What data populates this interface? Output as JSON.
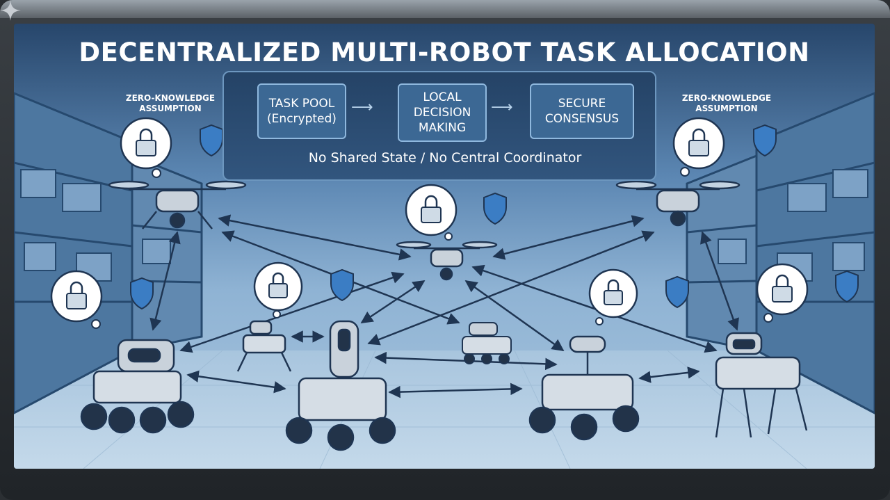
{
  "title": "DECENTRALIZED MULTI-ROBOT TASK ALLOCATION",
  "flow": {
    "step1": [
      "TASK POOL",
      "(Encrypted)"
    ],
    "step2": [
      "LOCAL",
      "DECISION",
      "MAKING"
    ],
    "step3": [
      "SECURE",
      "CONSENSUS"
    ]
  },
  "subtitle": "No Shared State / No Central Coordinator",
  "labels": {
    "left_assumption": [
      "ZERO-KNOWLEDGE",
      "ASSUMPTION"
    ],
    "right_assumption": [
      "ZERO-KNOWLEDGE",
      "ASSUMPTION"
    ]
  },
  "colors": {
    "background_top": "#27466b",
    "background_bottom": "#a9c6de",
    "box_fill": "#3c6894",
    "box_border": "#8fb8de",
    "shield": "#3b7dc4",
    "title": "#ffffff"
  }
}
